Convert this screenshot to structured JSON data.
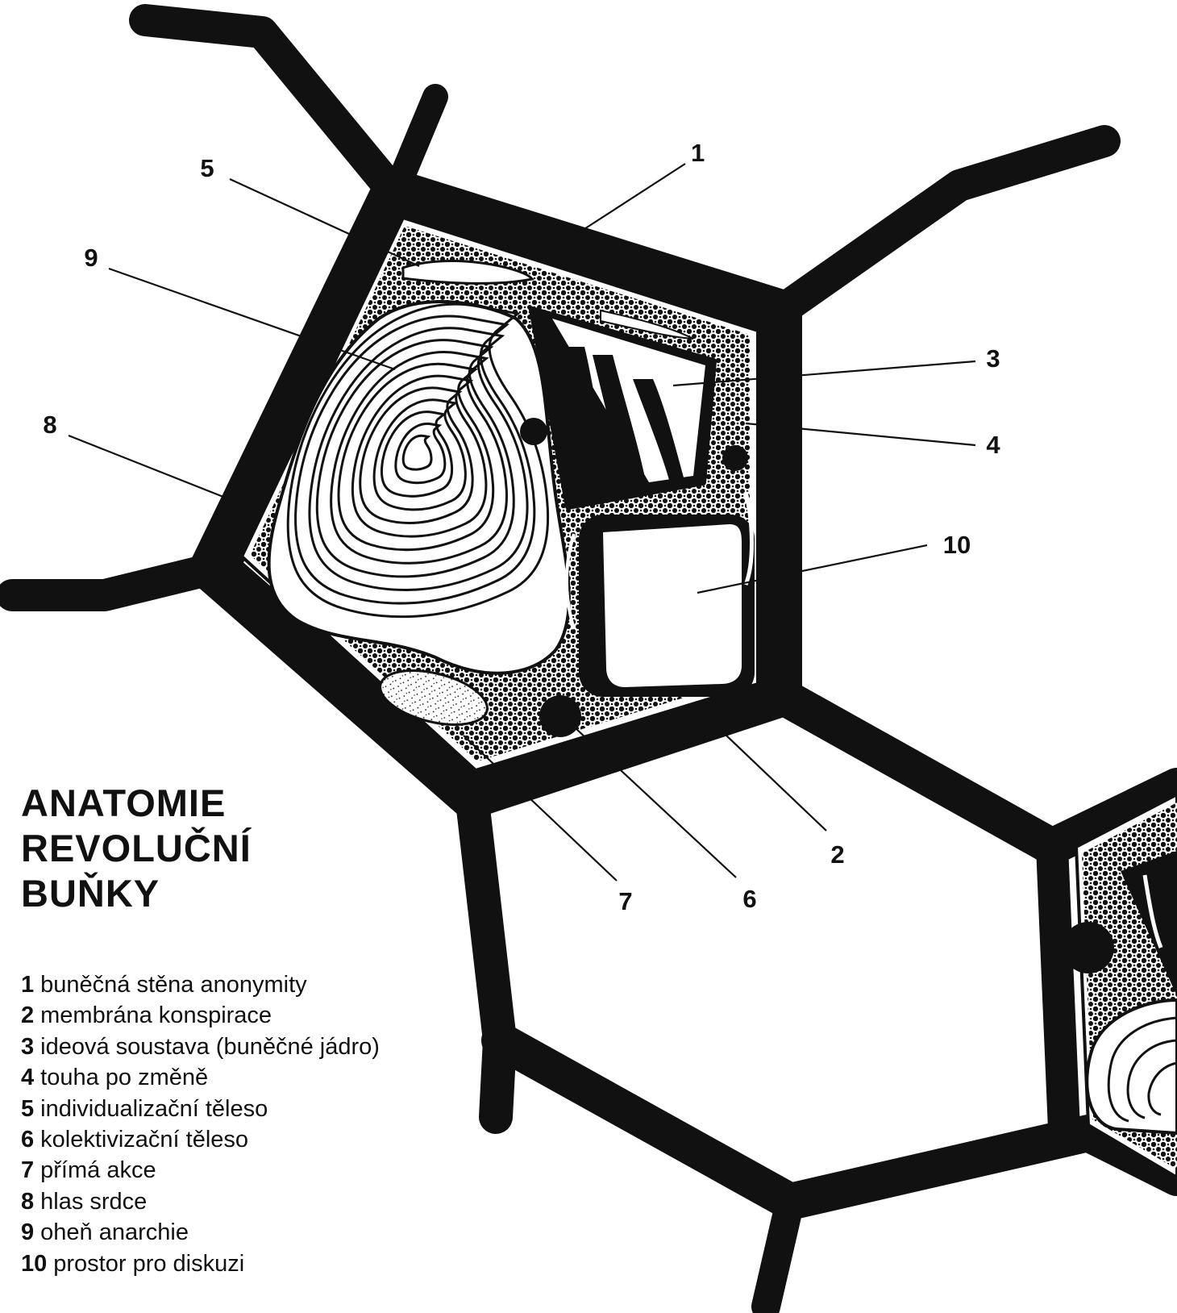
{
  "title_lines": [
    "ANATOMIE",
    "REVOLUČNÍ",
    "BUŇKY"
  ],
  "callout_numbers": [
    "1",
    "2",
    "3",
    "4",
    "5",
    "6",
    "7",
    "8",
    "9",
    "10"
  ],
  "legend": [
    {
      "num": "1",
      "text": "buněčná stěna anonymity"
    },
    {
      "num": "2",
      "text": "membrána konspirace"
    },
    {
      "num": "3",
      "text": "ideová soustava (buněčné jádro)"
    },
    {
      "num": "4",
      "text": "touha po změně"
    },
    {
      "num": "5",
      "text": "individualizační těleso"
    },
    {
      "num": "6",
      "text": "kolektivizační těleso"
    },
    {
      "num": "7",
      "text": "přímá akce"
    },
    {
      "num": "8",
      "text": "hlas srdce"
    },
    {
      "num": "9",
      "text": "oheň anarchie"
    },
    {
      "num": "10",
      "text": "prostor pro diskuzi"
    }
  ],
  "colors": {
    "ink": "#111111",
    "paper": "#ffffff"
  }
}
